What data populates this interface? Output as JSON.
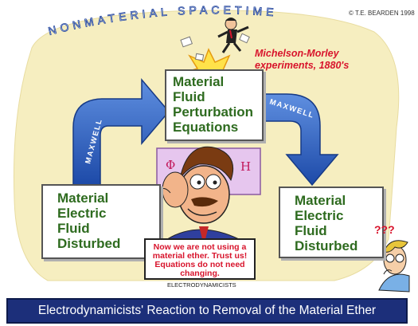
{
  "header": {
    "arc_title": "NONMATERIAL SPACETIME",
    "copyright": "© T.E. BEARDEN 1998"
  },
  "annotation": {
    "experiment": "Michelson-Morley experiments, 1880's"
  },
  "boxes": {
    "left": [
      "Material",
      "Electric",
      "Fluid",
      "Disturbed"
    ],
    "center": [
      "Material",
      "Fluid",
      "Perturbation",
      "Equations"
    ],
    "right": [
      "Material",
      "Electric",
      "Fluid",
      "Disturbed"
    ]
  },
  "arrows": {
    "left_label": "MAXWELL",
    "right_label": "MAXWELL"
  },
  "board": {
    "phi": "Φ",
    "h": "H"
  },
  "sign": {
    "text": "Now we are not using a material ether. Trust us! Equations do not need changing.",
    "caption": "ELECTRODYNAMICISTS"
  },
  "questioner": {
    "marks": "???"
  },
  "banner": {
    "title": "Electrodynamicists' Reaction to Removal of the Material Ether"
  },
  "colors": {
    "backdrop": "#f6eec0",
    "arrow_blue": "#2f66c8",
    "box_text_green": "#2e6b1f",
    "annotation_red": "#d8142c",
    "banner_bg": "#1c2f7a"
  }
}
